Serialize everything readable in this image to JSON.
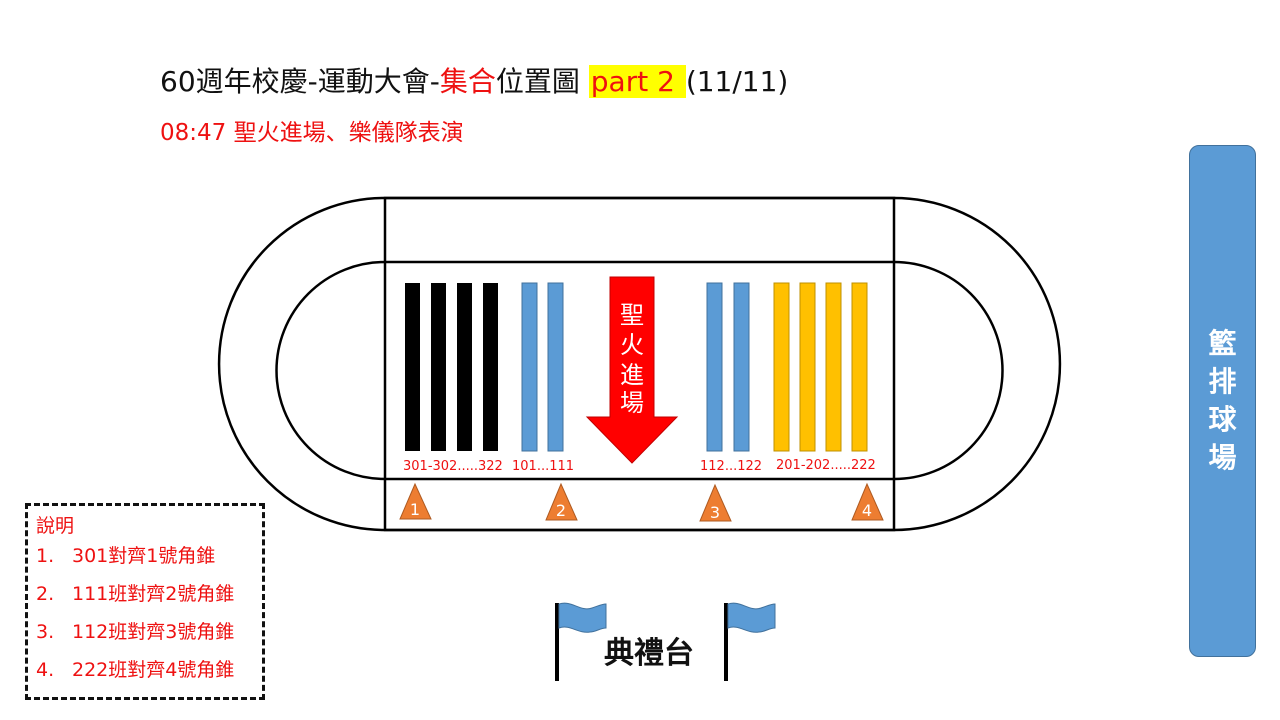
{
  "title": {
    "part1": "60週年校慶-運動大會-",
    "part2_red": "集合",
    "part3": "位置圖 ",
    "highlight": "part 2 ",
    "part4": "(11/11)"
  },
  "subtitle": "08:47 聖火進場、樂儀隊表演",
  "torch_arrow": {
    "chars": [
      "聖",
      "火",
      "進",
      "場"
    ]
  },
  "group_labels": [
    "301-302.....322",
    "101...111",
    "112...122",
    "201-202.....222"
  ],
  "cones": [
    "1",
    "2",
    "3",
    "4"
  ],
  "legend": {
    "title": "說明",
    "items": [
      {
        "num": "1.",
        "text": "301對齊1號角錐"
      },
      {
        "num": "2.",
        "text": "111班對齊2號角錐"
      },
      {
        "num": "3.",
        "text": "112班對齊3號角錐"
      },
      {
        "num": "4.",
        "text": "222班對齊4號角錐"
      }
    ]
  },
  "court": {
    "chars": [
      "籃",
      "排",
      "球",
      "場"
    ]
  },
  "stand": {
    "label": "典禮台"
  },
  "colors": {
    "black_group": "#000000",
    "blue_group": "#5b9bd5",
    "yellow_group": "#ffc000",
    "arrow": "#ff0000",
    "cone": "#ed7d31",
    "flag": "#5b9bd5",
    "text_red": "#ee1111"
  }
}
